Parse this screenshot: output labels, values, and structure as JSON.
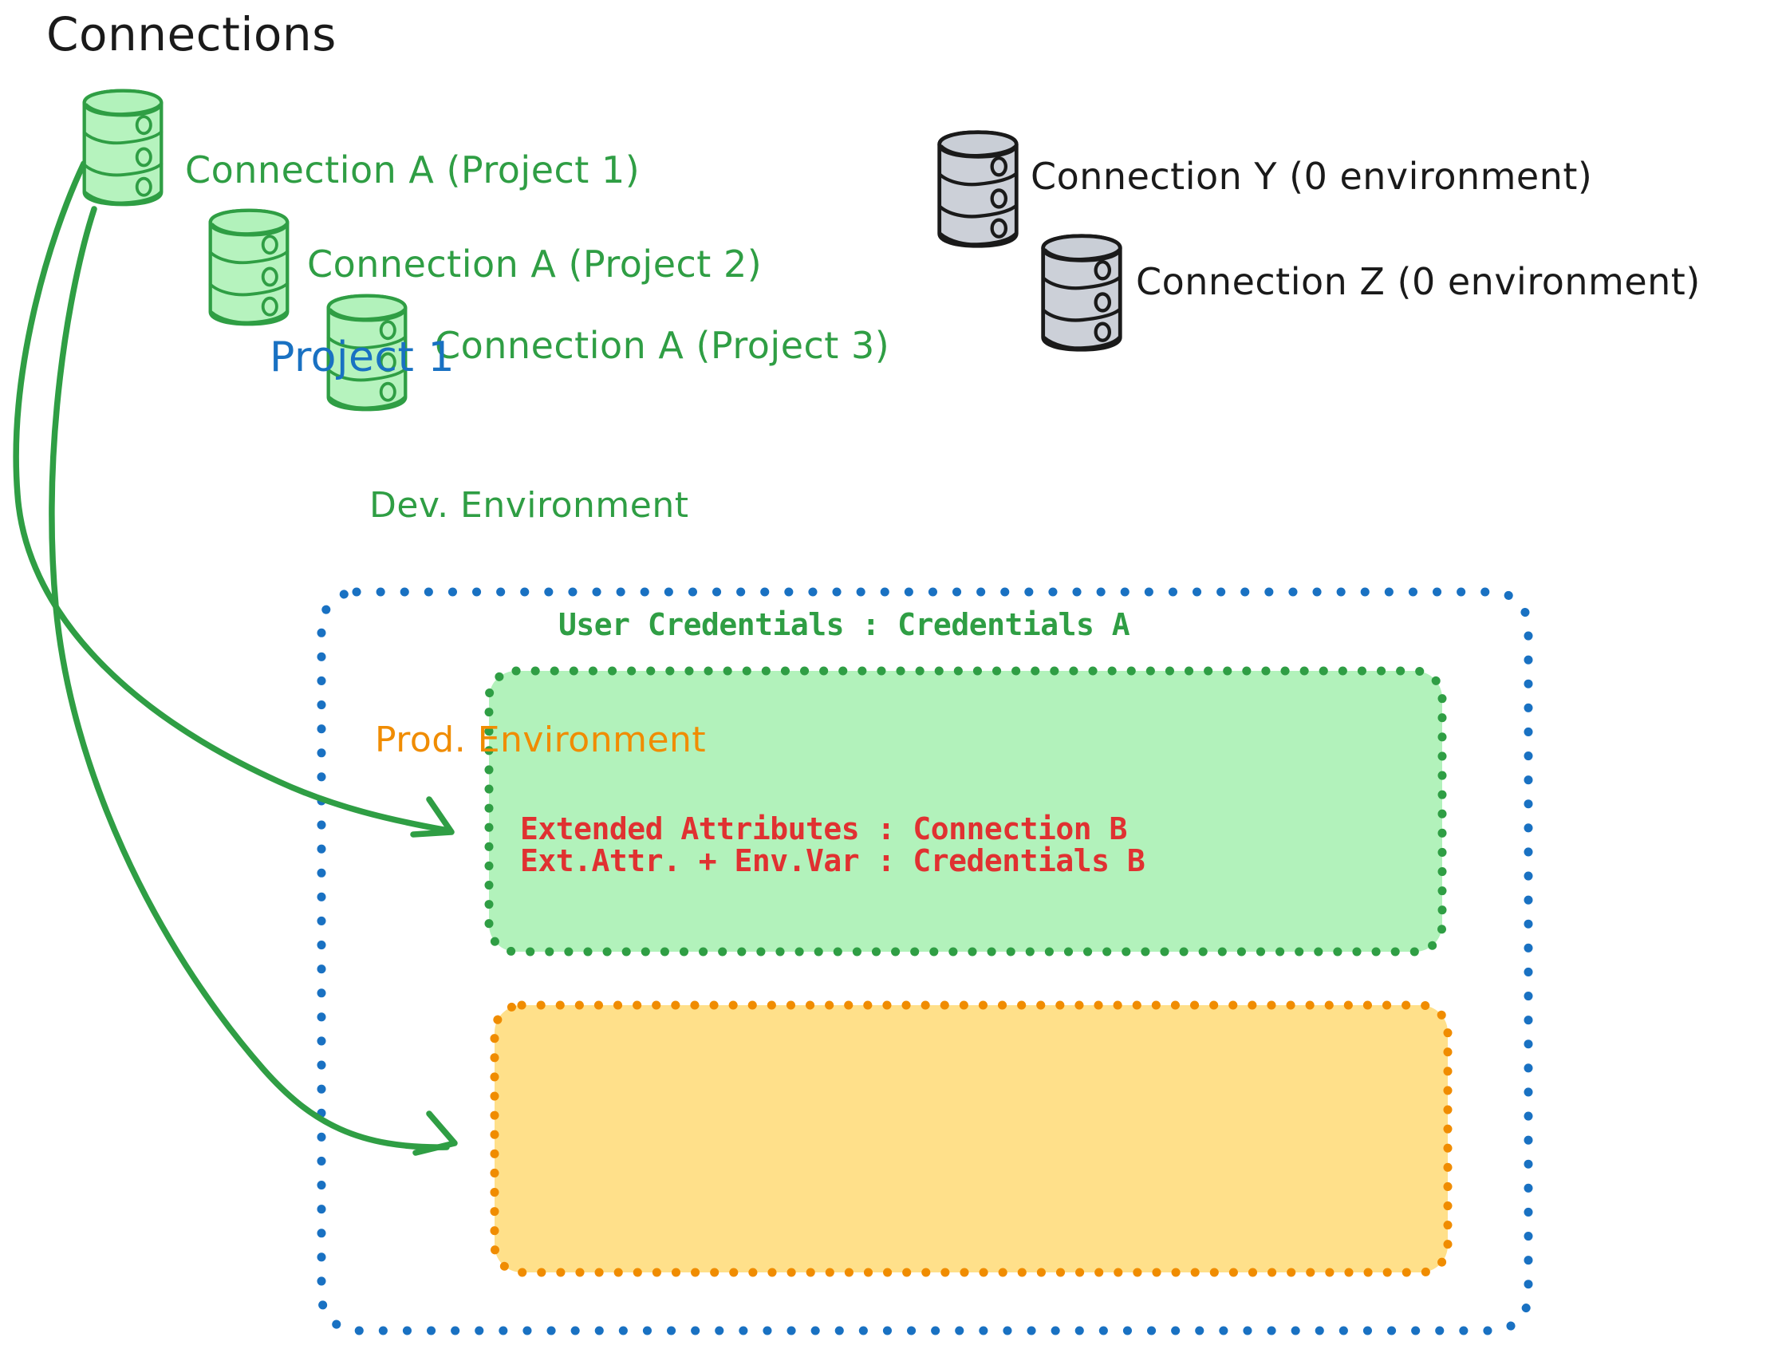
{
  "diagram": {
    "title": "Connections",
    "type": "architecture-diagram"
  },
  "connections_section": {
    "heading": "Connections",
    "heading_color": "#1a1a1a",
    "green_color": "#2f9e44",
    "green_fill": "#b2f2bb",
    "gray_color": "#1a1a1a",
    "gray_fill": "#c9ced6",
    "items": [
      {
        "label": "Connection A (Project 1)",
        "color": "green",
        "icon": "database-cylinder-icon"
      },
      {
        "label": "Connection A (Project 2)",
        "color": "green",
        "icon": "database-cylinder-icon"
      },
      {
        "label": "Connection A (Project 3)",
        "color": "green",
        "icon": "database-cylinder-icon"
      },
      {
        "label": "Connection Y (0 environment)",
        "color": "gray",
        "icon": "database-cylinder-icon"
      },
      {
        "label": "Connection Z (0 environment)",
        "color": "gray",
        "icon": "database-cylinder-icon"
      }
    ]
  },
  "project": {
    "title": "Project 1",
    "title_color": "#1971c2",
    "border_color": "#1971c2",
    "environments": [
      {
        "name": "Dev. Environment",
        "accent": "#2f9e44",
        "fill": "#b2f2bb",
        "rows": [
          {
            "key": "User Credentials",
            "sep": ":",
            "value": "Credentials A",
            "text": "User Credentials : Credentials A",
            "color": "#2f9e44"
          }
        ]
      },
      {
        "name": "Prod. Environment",
        "accent": "#f08c00",
        "fill": "#ffe08a",
        "rows": [
          {
            "key": "Extended Attributes",
            "sep": ":",
            "value": "Connection B",
            "text": "Extended Attributes : Connection B",
            "color": "#e03131"
          },
          {
            "key": "Ext.Attr. + Env.Var",
            "sep": ":",
            "value": "Credentials B",
            "text": "Ext.Attr. + Env.Var : Credentials B",
            "color": "#e03131"
          }
        ]
      }
    ]
  },
  "arrows": [
    {
      "name": "arrow-connection-a-to-dev-environment",
      "from": "Connection A (Project 1)",
      "to": "Dev. Environment",
      "color": "#2f9e44"
    },
    {
      "name": "arrow-connection-a-to-prod-environment",
      "from": "Connection A (Project 1)",
      "to": "Prod. Environment",
      "color": "#2f9e44"
    }
  ]
}
